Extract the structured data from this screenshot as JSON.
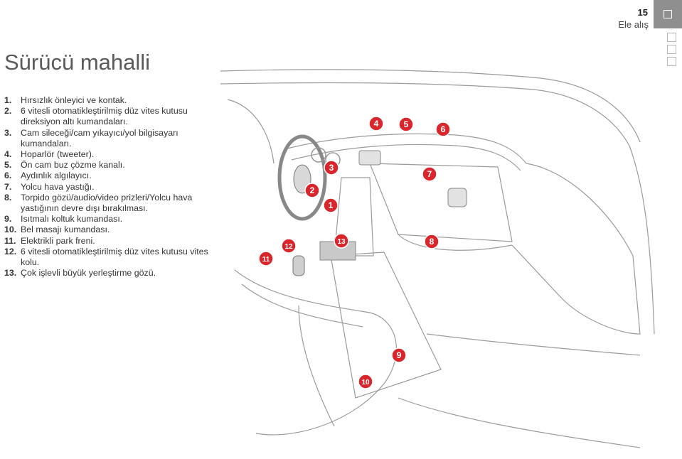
{
  "header": {
    "page_number": "15",
    "section": "Ele alış"
  },
  "title": "Sürücü mahalli",
  "items": [
    {
      "num": "1.",
      "text": "Hırsızlık önleyici ve kontak."
    },
    {
      "num": "2.",
      "text": "6 vitesli otomatikleştirilmiş düz vites kutusu direksiyon altı kumandaları."
    },
    {
      "num": "3.",
      "text": "Cam sileceği/cam yıkayıcı/yol bilgisayarı kumandaları."
    },
    {
      "num": "4.",
      "text": "Hoparlör (tweeter)."
    },
    {
      "num": "5.",
      "text": "Ön cam buz çözme kanalı."
    },
    {
      "num": "6.",
      "text": "Aydınlık algılayıcı."
    },
    {
      "num": "7.",
      "text": "Yolcu hava yastığı."
    },
    {
      "num": "8.",
      "text": "Torpido gözü/audio/video prizleri/Yolcu hava yastığının devre dışı bırakılması."
    },
    {
      "num": "9.",
      "text": "Isıtmalı koltuk kumandası."
    },
    {
      "num": "10.",
      "text": "Bel masajı kumandası."
    },
    {
      "num": "11.",
      "text": "Elektrikli park freni."
    },
    {
      "num": "12.",
      "text": "6 vitesli otomatikleştirilmiş düz vites kutusu vites kolu."
    },
    {
      "num": "13.",
      "text": "Çok işlevli büyük yerleştirme gözü."
    }
  ],
  "callouts": [
    "1",
    "2",
    "3",
    "4",
    "5",
    "6",
    "7",
    "8",
    "9",
    "10",
    "11",
    "12",
    "13"
  ],
  "colors": {
    "callout": "#d9262c",
    "title": "#5a5a5a",
    "tab": "#8f8f8f"
  }
}
